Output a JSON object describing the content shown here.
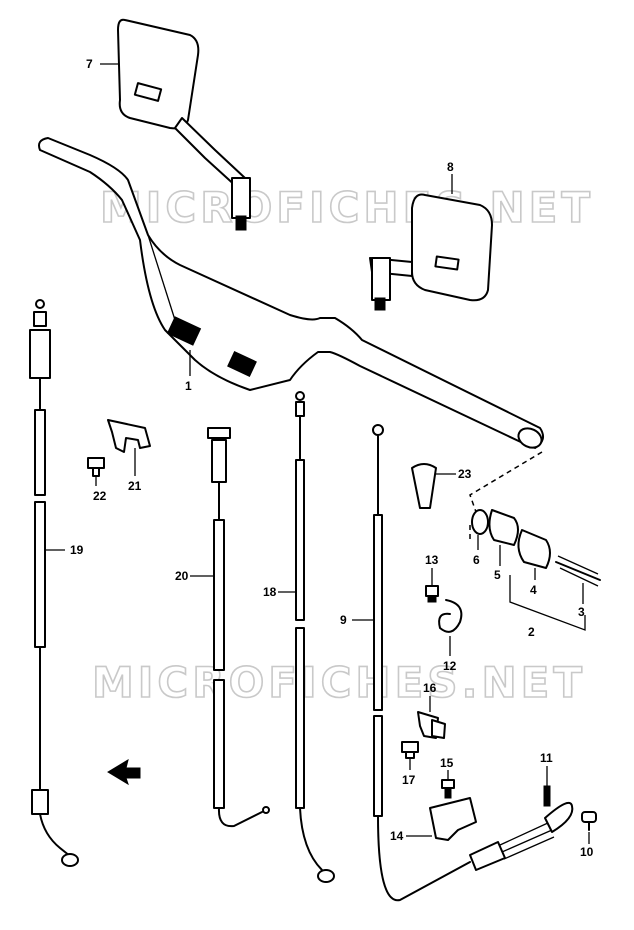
{
  "watermark": {
    "text": "MICROFICHES.NET"
  },
  "callouts": [
    "1",
    "2",
    "3",
    "4",
    "5",
    "6",
    "7",
    "8",
    "9",
    "10",
    "11",
    "12",
    "13",
    "14",
    "15",
    "16",
    "17",
    "18",
    "19",
    "20",
    "21",
    "22",
    "23"
  ]
}
